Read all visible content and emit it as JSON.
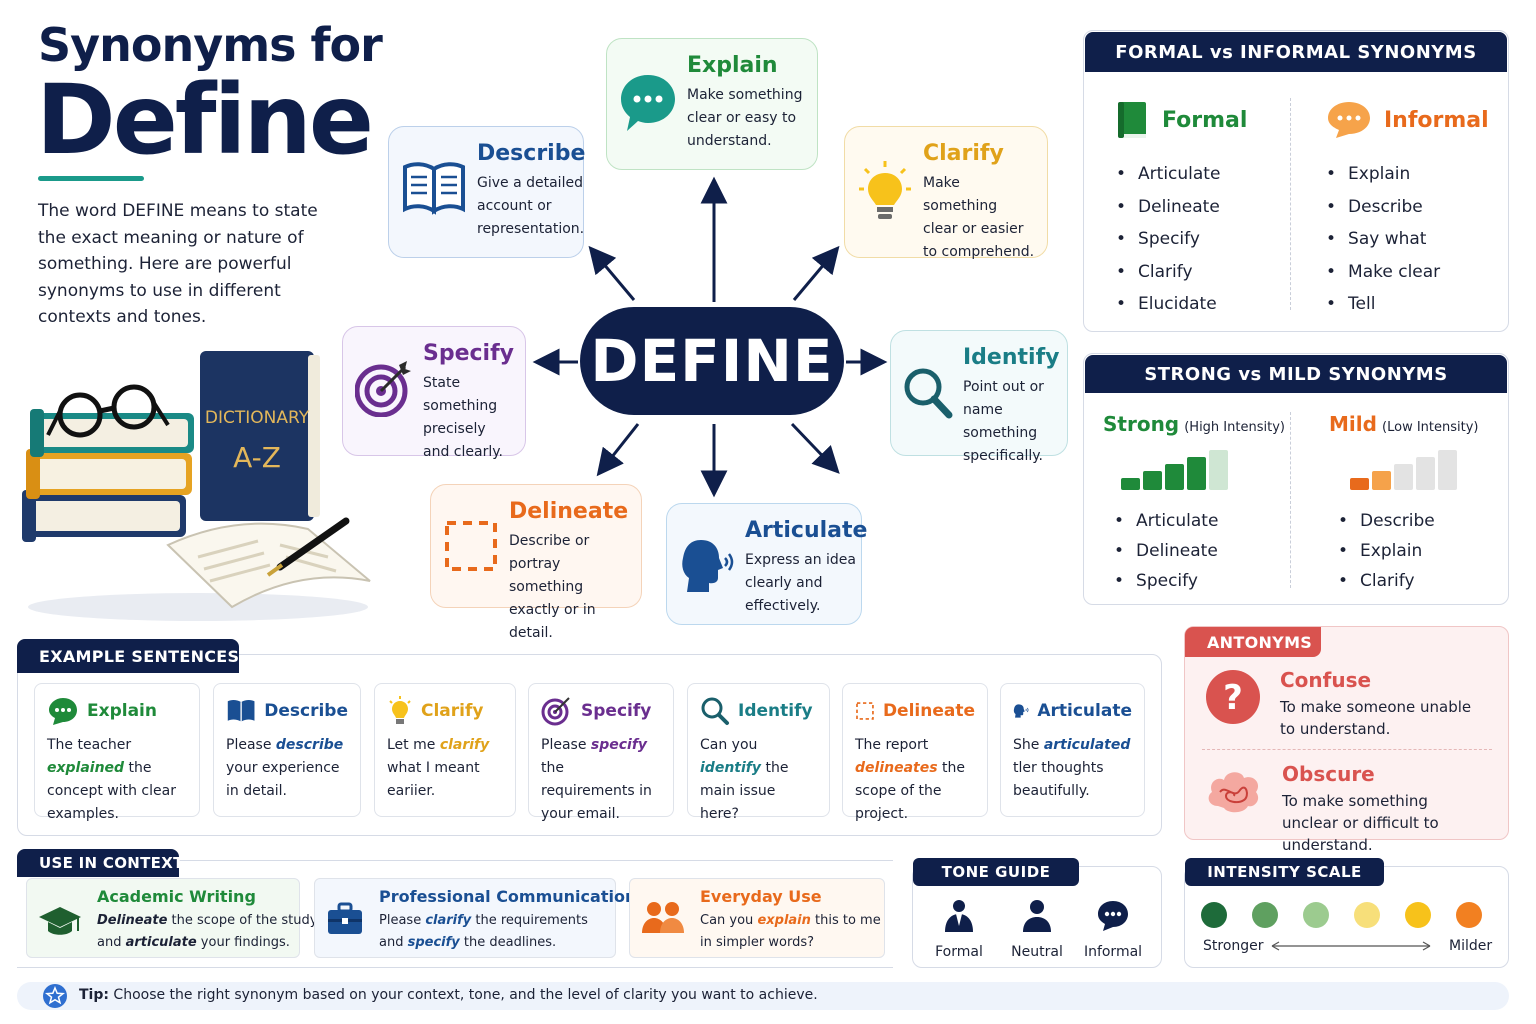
{
  "title": {
    "line1": "Synonyms for",
    "line2": "Define"
  },
  "intro": "The word DEFINE means to state the exact meaning or nature of something. Here are powerful synonyms to use in different contexts and tones.",
  "dictionary_book": {
    "line1": "DICTIONARY",
    "line2": "A-Z"
  },
  "hub": "DEFINE",
  "synonyms": {
    "explain": {
      "title": "Explain",
      "desc": "Make something clear or easy to understand."
    },
    "describe": {
      "title": "Describe",
      "desc": "Give a detailed account or representation."
    },
    "clarify": {
      "title": "Clarify",
      "desc": "Make something clear or easier to comprehend."
    },
    "specify": {
      "title": "Specify",
      "desc": "State something precisely and clearly."
    },
    "identify": {
      "title": "Identify",
      "desc": "Point out or name something specifically."
    },
    "delineate": {
      "title": "Delineate",
      "desc": "Describe or portray something exactly or in detail."
    },
    "articulate": {
      "title": "Articulate",
      "desc": "Express an idea clearly and effectively."
    }
  },
  "formal_informal": {
    "heading": "FORMAL vs INFORMAL SYNONYMS",
    "formal": {
      "label": "Formal",
      "items": [
        "Articulate",
        "Delineate",
        "Specify",
        "Clarify",
        "Elucidate"
      ]
    },
    "informal": {
      "label": "Informal",
      "items": [
        "Explain",
        "Describe",
        "Say what",
        "Make clear",
        "Tell"
      ]
    }
  },
  "strong_mild": {
    "heading": "STRONG vs MILD SYNONYMS",
    "strong": {
      "label": "Strong",
      "sub": "(High Intensity)",
      "items": [
        "Articulate",
        "Delineate",
        "Specify"
      ],
      "level": 4,
      "of": 5
    },
    "mild": {
      "label": "Mild",
      "sub": "(Low Intensity)",
      "items": [
        "Describe",
        "Explain",
        "Clarify"
      ],
      "level": 2,
      "of": 5
    }
  },
  "examples": {
    "heading": "EXAMPLE SENTENCES",
    "items": [
      {
        "title": "Explain",
        "pre": "The teacher ",
        "word": "explained",
        "post": " the concept with clear examples."
      },
      {
        "title": "Describe",
        "pre": "Please ",
        "word": "describe",
        "post": " your experience in detail."
      },
      {
        "title": "Clarify",
        "pre": "Let me ",
        "word": "clarify",
        "post": " what I meant eariier."
      },
      {
        "title": "Specify",
        "pre": "Please ",
        "word": "specify",
        "post": " the requirements in your email."
      },
      {
        "title": "Identify",
        "pre": "Can you ",
        "word": "identify",
        "post": " the main issue here?"
      },
      {
        "title": "Delineate",
        "pre": "The report ",
        "word": "delineates",
        "post": " the scope of the project."
      },
      {
        "title": "Articulate",
        "pre": "She ",
        "word": "articulated",
        "post": " tler thoughts beautifully."
      }
    ]
  },
  "antonyms": {
    "heading": "ANTONYMS",
    "items": [
      {
        "title": "Confuse",
        "desc": "To make someone unable to understand."
      },
      {
        "title": "Obscure",
        "desc": "To make something unclear or difficult to understand."
      }
    ]
  },
  "context": {
    "heading": "USE IN CONTEXT",
    "items": [
      {
        "title": "Academic Writing",
        "l1w": "Delineate",
        "l1": " the scope of the study",
        "l2a": "and ",
        "l2w": "articulate",
        "l2": " your findings."
      },
      {
        "title": "Professional Communication",
        "l1a": "Please ",
        "l1w": "clarify",
        "l1": " the requirements",
        "l2a": "and ",
        "l2w": "specify",
        "l2": " the deadlines."
      },
      {
        "title": "Everyday Use",
        "l1a": "Can you ",
        "l1w": "explain",
        "l1": " this to me",
        "l2a": "in simpler words?",
        "l2w": "",
        "l2": ""
      }
    ]
  },
  "tone_guide": {
    "heading": "TONE GUIDE",
    "items": [
      "Formal",
      "Neutral",
      "Informal"
    ]
  },
  "intensity_scale": {
    "heading": "INTENSITY SCALE",
    "left": "Stronger",
    "right": "Milder",
    "colors": [
      "#1e6b3a",
      "#5fa060",
      "#9ccb8f",
      "#f7df7a",
      "#f7c21b",
      "#f28021"
    ]
  },
  "tip": {
    "label": "Tip:",
    "text": " Choose the right synonym based on your context, tone, and the level of clarity you want to achieve."
  },
  "colors": {
    "navy": "#0f1f4a",
    "green": "#1f8a3a",
    "blue": "#1a4f93",
    "gold": "#e0a21a",
    "purple": "#6a2e8f",
    "teal": "#1a7d86",
    "orange": "#e86a1c",
    "red": "#d9534f"
  }
}
